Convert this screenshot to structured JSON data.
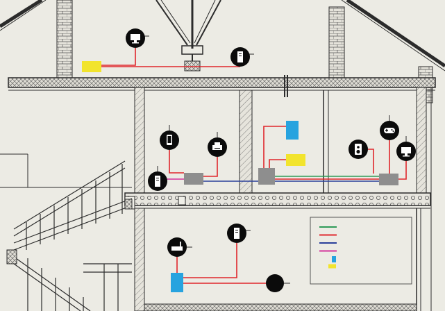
{
  "colors": {
    "paper": "#ecebe4",
    "ink": "#2b2b2b",
    "device": "#0b0b0b",
    "switch_box": "#8e8e8e",
    "ethernet_green": "#2e9a57",
    "power_red": "#e0262b",
    "fiber_blue": "#2a3f9a",
    "coax_magenta": "#d3309a",
    "router_cyan": "#27a3df",
    "panel_yellow": "#f2e42d"
  },
  "devices": [
    {
      "id": "tv-attic",
      "icon": "monitor-icon"
    },
    {
      "id": "pc-attic",
      "icon": "desktop-tower-icon"
    },
    {
      "id": "phone-mid",
      "icon": "smartphone-icon"
    },
    {
      "id": "printer-mid",
      "icon": "printer-icon"
    },
    {
      "id": "pc-mid",
      "icon": "desktop-tower-icon"
    },
    {
      "id": "gamepad-mid",
      "icon": "gamepad-icon"
    },
    {
      "id": "speaker-mid",
      "icon": "speaker-icon"
    },
    {
      "id": "tv-mid",
      "icon": "monitor-icon"
    },
    {
      "id": "pc-low",
      "icon": "desktop-tower-icon"
    },
    {
      "id": "router-low",
      "icon": "wireless-router-icon"
    },
    {
      "id": "device-low",
      "icon": "generic-device-icon"
    }
  ],
  "legend": {
    "entries": [
      {
        "kind": "line",
        "color": "#2e9a57"
      },
      {
        "kind": "line",
        "color": "#e0262b"
      },
      {
        "kind": "line",
        "color": "#2a3f9a"
      },
      {
        "kind": "line",
        "color": "#d3309a"
      },
      {
        "kind": "box",
        "color": "#27a3df"
      },
      {
        "kind": "box",
        "color": "#f2e42d"
      }
    ]
  }
}
